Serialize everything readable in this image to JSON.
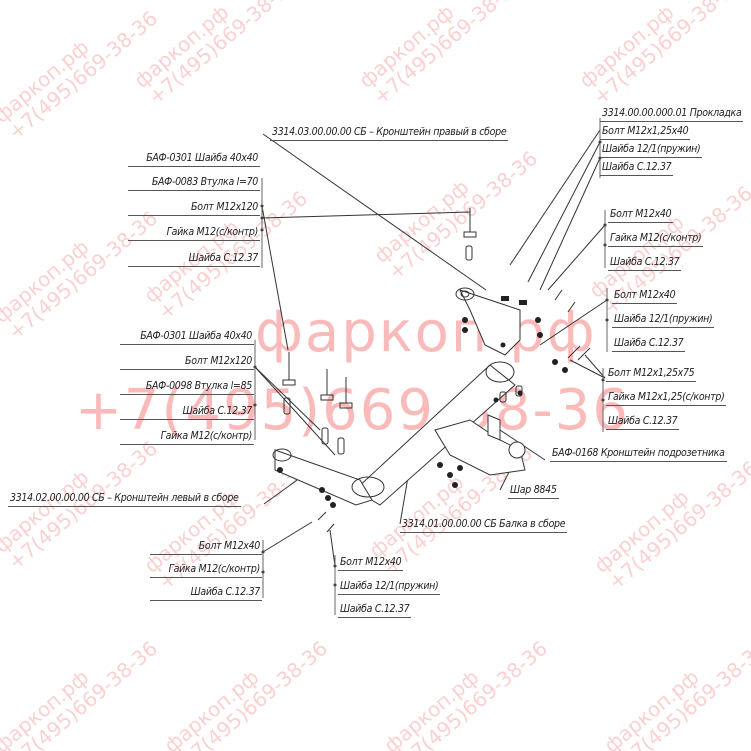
{
  "watermark": {
    "site": "фаркоп.рф",
    "phone": "+7(495)669-38-36",
    "color": "#f07878"
  },
  "callouts": {
    "top_center": "3314.03.00.00.00 СБ – Кронштейн правый в сборе",
    "top_right": [
      "3314.00.00.000.01 Прокладка",
      "Болт М12х1,25х40",
      "Шайба 12/1(пружин)",
      "Шайба С.12.37"
    ],
    "upper_left": [
      "БАФ-0301 Шайба 40х40",
      "БАФ-0083 Втулка l=70",
      "Болт М12х120",
      "Гайка М12(с/контр)",
      "Шайба С.12.37"
    ],
    "right_group_1": [
      "Болт М12х40",
      "Гайка М12(с/контр)",
      "Шайба С.12.37"
    ],
    "right_group_2": [
      "Болт М12х40",
      "Шайба 12/1(пружин)",
      "Шайба С.12.37"
    ],
    "right_group_3": [
      "Болт М12х1,25х75",
      "Гайка М12х1,25(с/контр)",
      "Шайба С.12.37"
    ],
    "middle_left": [
      "БАФ-0301 Шайба 40х40",
      "Болт М12х120",
      "БАФ-0098 Втулка l=85",
      "Шайба С.12.37",
      "Гайка М12(с/контр)"
    ],
    "socket_bracket": "БАФ-0168 Кронштейн подрозетника",
    "left_bracket": "3314.02.00.00.00 СБ – Кронштейн левый в сборе",
    "ball": "Шар 8845",
    "beam": "3314.01.00.00.00 СБ Балка в сборе",
    "bottom_left": [
      "Болт М12х40",
      "Гайка М12(с/контр)",
      "Шайба С.12.37"
    ],
    "bottom_center": [
      "Болт М12х40",
      "Шайба 12/1(пружин)",
      "Шайба С.12.37"
    ]
  }
}
